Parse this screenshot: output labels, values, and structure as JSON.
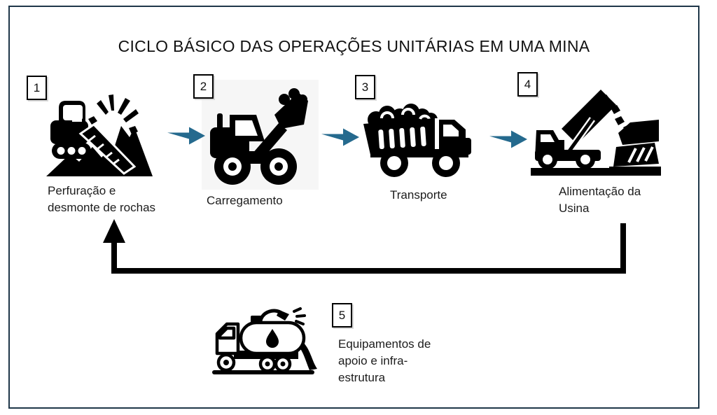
{
  "title": "CICLO BÁSICO DAS OPERAÇÕES UNITÁRIAS EM UMA MINA",
  "steps": [
    {
      "number": "1",
      "label": "Perfuração e\ndesmonte de rochas",
      "icon": "drill-blast-icon"
    },
    {
      "number": "2",
      "label": "Carregamento",
      "icon": "wheel-loader-icon"
    },
    {
      "number": "3",
      "label": "Transporte",
      "icon": "dump-truck-icon"
    },
    {
      "number": "4",
      "label": "Alimentação da\nUsina",
      "icon": "plant-feeder-icon"
    },
    {
      "number": "5",
      "label": "Equipamentos de\napoio e infra-\nestrutura",
      "icon": "water-truck-icon"
    }
  ],
  "flow": {
    "sequence_arrows": [
      {
        "from": "1",
        "to": "2"
      },
      {
        "from": "2",
        "to": "3"
      },
      {
        "from": "3",
        "to": "4"
      }
    ],
    "return_arrow": {
      "from": "4",
      "to": "1"
    }
  },
  "colors": {
    "arrow_blue": "#256A8E",
    "frame_border": "#1F3749",
    "icon_black": "#000000",
    "text": "#1C1C1C",
    "loader_panel": "#F6F6F6",
    "background": "#FFFFFF"
  }
}
